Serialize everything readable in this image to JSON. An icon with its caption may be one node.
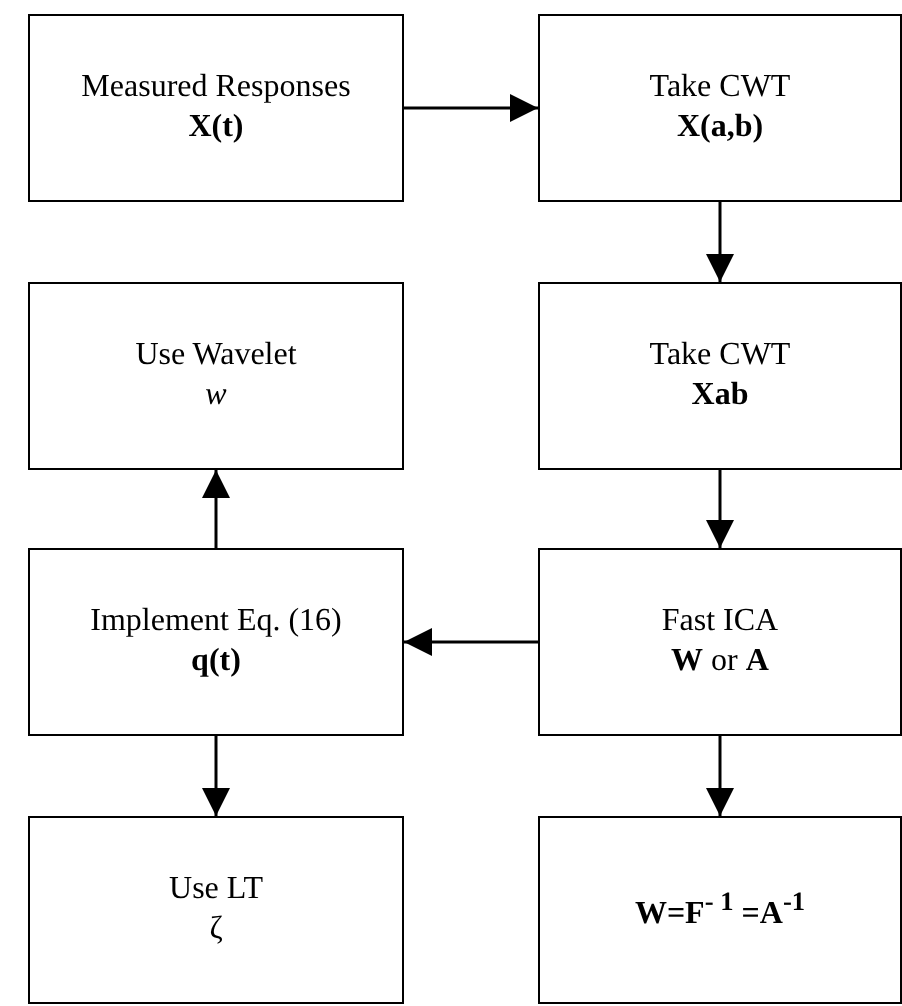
{
  "diagram": {
    "nodes": [
      {
        "text": [
          "Measured Responses",
          "X(t)"
        ]
      },
      {
        "text": [
          "Take CWT",
          "X(a,b)"
        ]
      },
      {
        "text": [
          "Use Wavelet",
          "w"
        ]
      },
      {
        "text": [
          "Take CWT",
          "Xab"
        ]
      },
      {
        "text": [
          "Implement Eq. (16)",
          "q(t)"
        ]
      },
      {
        "text": [
          "Fast ICA",
          "**W** or **A**"
        ]
      },
      {
        "text": [
          "Use LT",
          "ζ"
        ]
      },
      {
        "text": [
          "W=F$^{- 1}$ =A$^{-1}$"
        ]
      }
    ],
    "edges": [
      {
        "from": 0,
        "to": 1,
        "arrow": "to"
      },
      {
        "from": 1,
        "to": 3,
        "arrow": "to"
      },
      {
        "from": 3,
        "to": 5,
        "arrow": "to"
      },
      {
        "from": 5,
        "to": 4,
        "arrow": "to"
      },
      {
        "from": 4,
        "to": 2,
        "arrow": "to"
      },
      {
        "from": 4,
        "to": 6,
        "arrow": "to"
      },
      {
        "from": 5,
        "to": 7,
        "arrow": "to"
      }
    ]
  }
}
